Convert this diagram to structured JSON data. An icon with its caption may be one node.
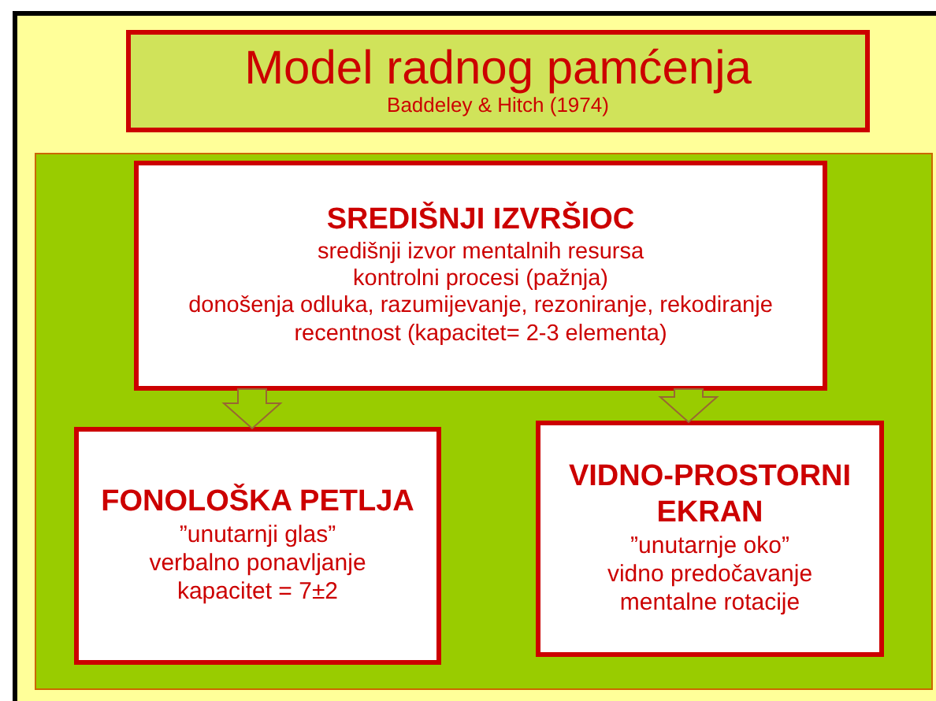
{
  "diagram": {
    "nodes": [
      {
        "text": [
          "Model radnog pamćenja",
          "Baddeley & Hitch (1974)"
        ]
      },
      {
        "text": [],
        "shape": "box"
      },
      {
        "text": [
          "SREDIŠNJI IZVRŠIOC",
          "središnji izvor mentalnih resursa",
          "kontrolni procesi (pažnja)",
          "donošenja odluka, razumijevanje, rezoniranje, rekodiranje",
          "recentnost (kapacitet= 2-3 elementa)"
        ],
        "in": 1
      },
      {
        "text": [
          "FONOLOŠKA PETLJA",
          "”unutarnji glas”",
          "verbalno ponavljanje",
          "kapacitet = 7±2"
        ],
        "in": 1
      },
      {
        "text": [
          "VIDNO-PROSTORNI EKRAN",
          "”unutarnje oko”",
          "vidno predočavanje",
          "mentalne rotacije"
        ],
        "in": 1
      }
    ],
    "edges": [
      {
        "from": 2,
        "to": 3,
        "arrow": "to"
      },
      {
        "from": 2,
        "to": 4,
        "arrow": "to"
      }
    ]
  }
}
